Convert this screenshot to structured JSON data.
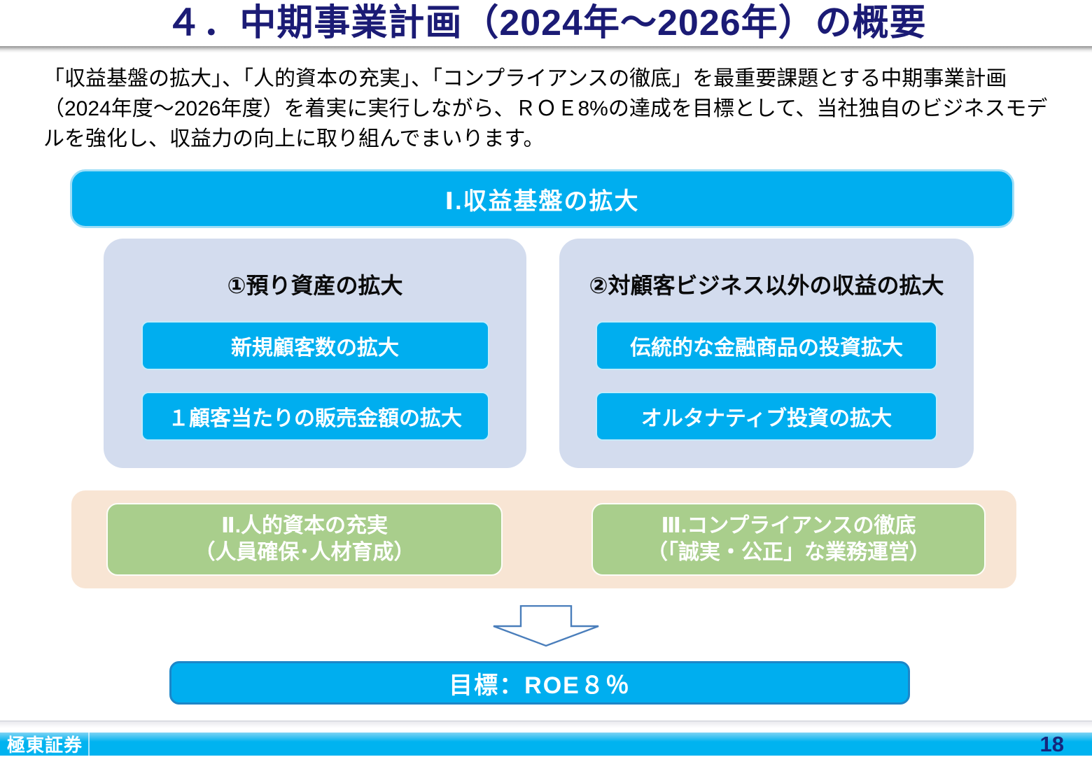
{
  "header": {
    "title": "４．中期事業計画（2024年～2026年）の概要"
  },
  "intro": {
    "text": "「収益基盤の拡大」、「人的資本の充実」、「コンプライアンスの徹底」を最重要課題とする中期事業計画（2024年度～2026年度）を着実に実行しながら、ＲＯＥ8%の達成を目標として、当社独自のビジネスモデルを強化し、収益力の向上に取り組んでまいります。"
  },
  "diagram": {
    "section1": {
      "title": "Ⅰ.収益基盤の拡大",
      "columns": [
        {
          "heading": "①預り資産の拡大",
          "items": [
            "新規顧客数の拡大",
            "１顧客当たりの販売金額の拡大"
          ]
        },
        {
          "heading": "②対顧客ビジネス以外の収益の拡大",
          "items": [
            "伝統的な金融商品の投資拡大",
            "オルタナティブ投資の拡大"
          ]
        }
      ]
    },
    "section2": {
      "boxes": [
        {
          "line1": "Ⅱ.人的資本の充実",
          "line2": "（人員確保･人材育成）"
        },
        {
          "line1": "Ⅲ.コンプライアンスの徹底",
          "line2": "（「誠実・公正」な業務運営）"
        }
      ]
    },
    "arrow_icon": "down-arrow-icon",
    "goal": {
      "label": "目標：ROE８％"
    }
  },
  "footer": {
    "brand": "極東証券",
    "page_number": "18"
  },
  "colors": {
    "title_navy": "#1b1b75",
    "accent_blue": "#00aeef",
    "panel_periwinkle": "#d3dcee",
    "band_peach": "#f8e5d4",
    "box_green": "#a9ce8c",
    "goal_border_blue": "#1d86c8",
    "arrow_outline_blue": "#4a7ebb",
    "footer_cyan": "#00b3f0",
    "page_number_navy": "#16267c"
  }
}
